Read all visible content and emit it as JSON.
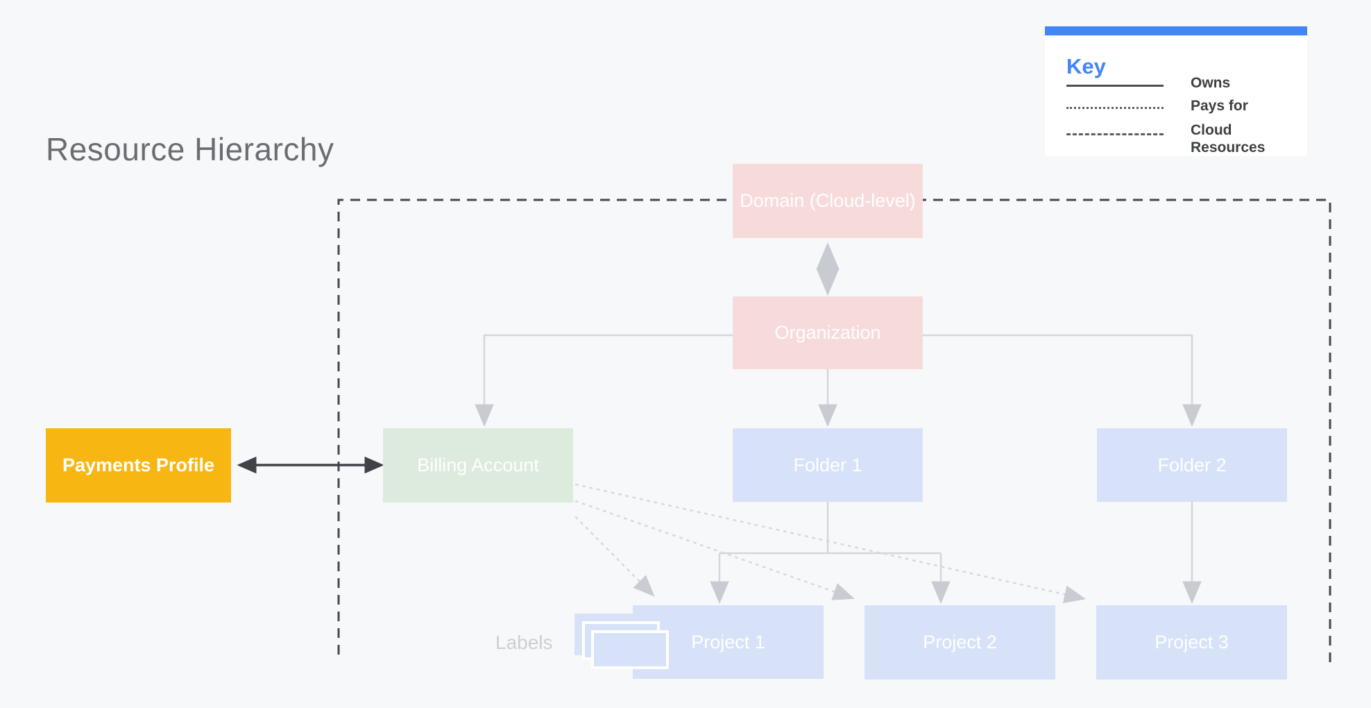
{
  "title": "Resource Hierarchy",
  "legend": {
    "title": "Key",
    "items": [
      {
        "label": "Owns",
        "line_style": "solid"
      },
      {
        "label": "Pays for",
        "line_style": "dotted"
      },
      {
        "label": "Cloud Resources",
        "line_style": "dashed"
      }
    ]
  },
  "nodes": {
    "payments_profile": {
      "label": "Payments Profile",
      "color": "#F8B612"
    },
    "domain": {
      "label": "Domain (Cloud-level)",
      "color": "#F7DBDA"
    },
    "organization": {
      "label": "Organization",
      "color": "#F7DBDA"
    },
    "billing_account": {
      "label": "Billing Account",
      "color": "#DDEBDD"
    },
    "folder_1": {
      "label": "Folder 1",
      "color": "#D7E2F8"
    },
    "folder_2": {
      "label": "Folder 2",
      "color": "#D7E2F8"
    },
    "project_1": {
      "label": "Project 1",
      "color": "#D7E2F8"
    },
    "project_2": {
      "label": "Project 2",
      "color": "#D7E2F8"
    },
    "project_3": {
      "label": "Project 3",
      "color": "#D7E2F8"
    }
  },
  "annotations": {
    "labels_caption": "Labels"
  },
  "colors": {
    "background": "#F7F8FA",
    "accent_blue": "#4285F4",
    "dashed_boundary": "#45484C",
    "light_connector": "#D3D6DA",
    "dotted_connector": "#D6D9DD",
    "dark_arrow": "#3F4347",
    "title_text": "#6A6D71"
  }
}
